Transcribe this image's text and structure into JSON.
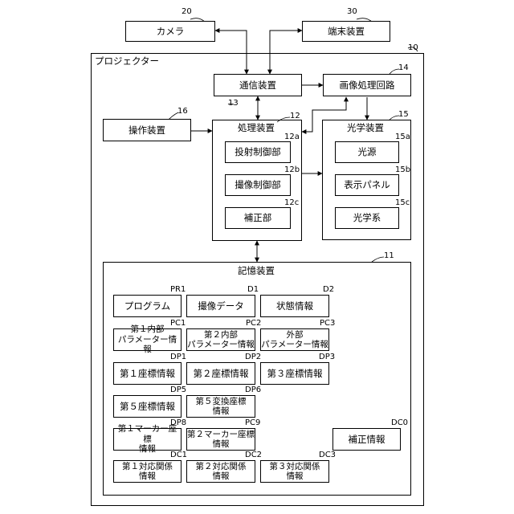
{
  "labels": {
    "camera": "カメラ",
    "terminal": "端末装置",
    "projector": "プロジェクター",
    "comm": "通信装置",
    "image_proc": "画像処理回路",
    "operation": "操作装置",
    "processing": "処理装置",
    "projection_ctrl": "投射制御部",
    "imaging_ctrl": "撮像制御部",
    "correction_unit": "補正部",
    "optical": "光学装置",
    "light_source": "光源",
    "display_panel": "表示パネル",
    "optical_system": "光学系",
    "storage": "記憶装置",
    "program": "プログラム",
    "imaging_data": "撮像データ",
    "state_info": "状態情報",
    "internal_param_1": "第１内部\nパラメーター情報",
    "internal_param_2": "第２内部\nパラメーター情報",
    "external_param": "外部\nパラメーター情報",
    "coord_info_1": "第１座標情報",
    "coord_info_2": "第２座標情報",
    "coord_info_3": "第３座標情報",
    "coord_info_5": "第５座標情報",
    "transformed_coord_5": "第５変換座標\n情報",
    "marker_coord_1": "第１マーカー座標\n情報",
    "marker_coord_2": "第２マーカー座標\n情報",
    "correction_info": "補正情報",
    "correspondence_1": "第１対応関係\n情報",
    "correspondence_2": "第２対応関係\n情報",
    "correspondence_3": "第３対応関係\n情報"
  },
  "refs": {
    "camera": "20",
    "terminal": "30",
    "projector": "10",
    "image_proc": "14",
    "comm": "13",
    "processing": "12",
    "operation": "16",
    "optical": "15",
    "projection_ctrl": "12a",
    "imaging_ctrl": "12b",
    "correction_unit": "12c",
    "light_source": "15a",
    "display_panel": "15b",
    "optical_system": "15c",
    "storage": "11",
    "program": "PR1",
    "imaging_data": "D1",
    "state_info": "D2",
    "internal_param_1": "PC1",
    "internal_param_2": "PC2",
    "external_param": "PC3",
    "coord_info_1": "DP1",
    "coord_info_2": "DP2",
    "coord_info_3": "DP3",
    "coord_info_5": "DP5",
    "transformed_coord_5": "DP6",
    "marker_coord_1": "DP8",
    "marker_coord_2": "PC9",
    "correction_info": "DC0",
    "correspondence_1": "DC1",
    "correspondence_2": "DC2",
    "correspondence_3": "DC3"
  }
}
